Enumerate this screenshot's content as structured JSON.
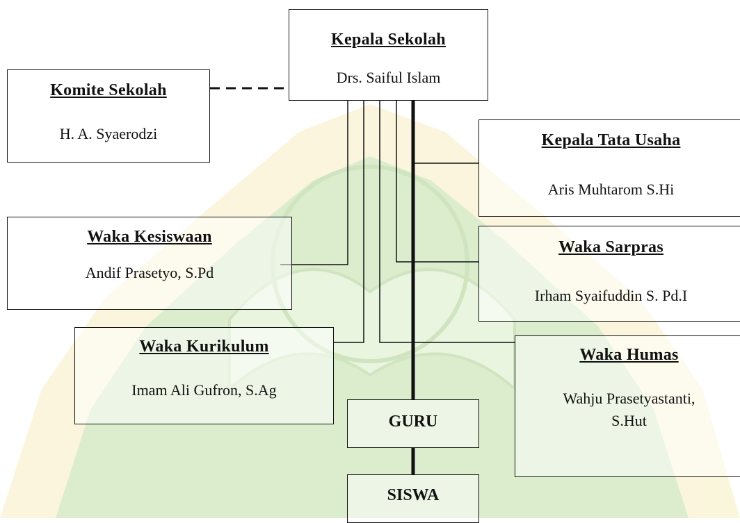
{
  "org_chart": {
    "head": {
      "title": "Kepala Sekolah",
      "name": "Drs. Saiful Islam"
    },
    "committee": {
      "title": "Komite Sekolah",
      "name": "H. A. Syaerodzi"
    },
    "admin": {
      "title": "Kepala Tata Usaha",
      "name": "Aris Muhtarom S.Hi"
    },
    "student_affairs": {
      "title": "Waka Kesiswaan",
      "name": "Andif Prasetyo, S.Pd"
    },
    "facilities": {
      "title": "Waka Sarpras",
      "name": "Irham Syaifuddin S. Pd.I"
    },
    "curriculum": {
      "title": "Waka Kurikulum",
      "name": "Imam Ali Gufron, S.Ag"
    },
    "public_relations": {
      "title": "Waka Humas",
      "name_line1": "Wahju Prasetyastanti,",
      "name_line2": "S.Hut"
    },
    "teachers": {
      "title": "GURU"
    },
    "students": {
      "title": "SISWA"
    }
  },
  "colors": {
    "watermark_green": "#b8dca0",
    "watermark_yellow": "#f2e6a0",
    "line": "#111111"
  }
}
